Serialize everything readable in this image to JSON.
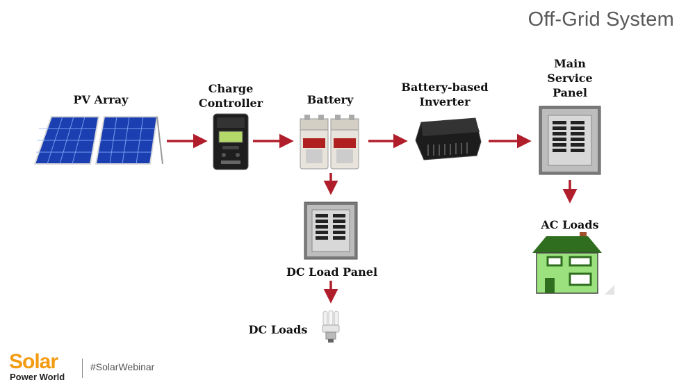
{
  "title": "Off-Grid System",
  "nodes": {
    "pv_array": {
      "label": "PV Array"
    },
    "charge_controller": {
      "label_line1": "Charge",
      "label_line2": "Controller"
    },
    "battery": {
      "label": "Battery"
    },
    "inverter": {
      "label_line1": "Battery-based",
      "label_line2": "Inverter"
    },
    "main_panel": {
      "label_line1": "Main",
      "label_line2": "Service",
      "label_line3": "Panel"
    },
    "dc_load_panel": {
      "label": "DC Load Panel"
    },
    "dc_loads": {
      "label": "DC Loads"
    },
    "ac_loads": {
      "label": "AC Loads"
    }
  },
  "colors": {
    "arrow": "#b11e2b",
    "house_roof": "#2f6e1f",
    "house_wall": "#9be27e",
    "title": "#595959",
    "brand": "#f39c12"
  },
  "brand": {
    "solar": "Solar",
    "power_world": "Power World",
    "hashtag": "#SolarWebinar"
  }
}
